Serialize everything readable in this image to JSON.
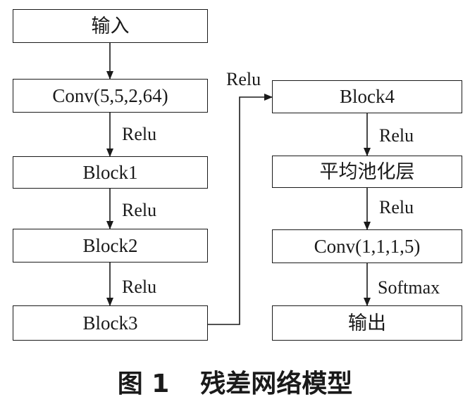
{
  "nodes": {
    "input": "输入",
    "conv1": "Conv(5,5,2,64)",
    "block1": "Block1",
    "block2": "Block2",
    "block3": "Block3",
    "block4": "Block4",
    "pool": "平均池化层",
    "conv2": "Conv(1,1,1,5)",
    "output": "输出"
  },
  "edge_labels": {
    "conv1_block1": "Relu",
    "block1_block2": "Relu",
    "block2_block3": "Relu",
    "block3_block4": "Relu",
    "block4_pool": "Relu",
    "pool_conv2": "Relu",
    "conv2_output": "Softmax"
  },
  "caption": {
    "figure_number": "图 1",
    "title": "残差网络模型"
  }
}
